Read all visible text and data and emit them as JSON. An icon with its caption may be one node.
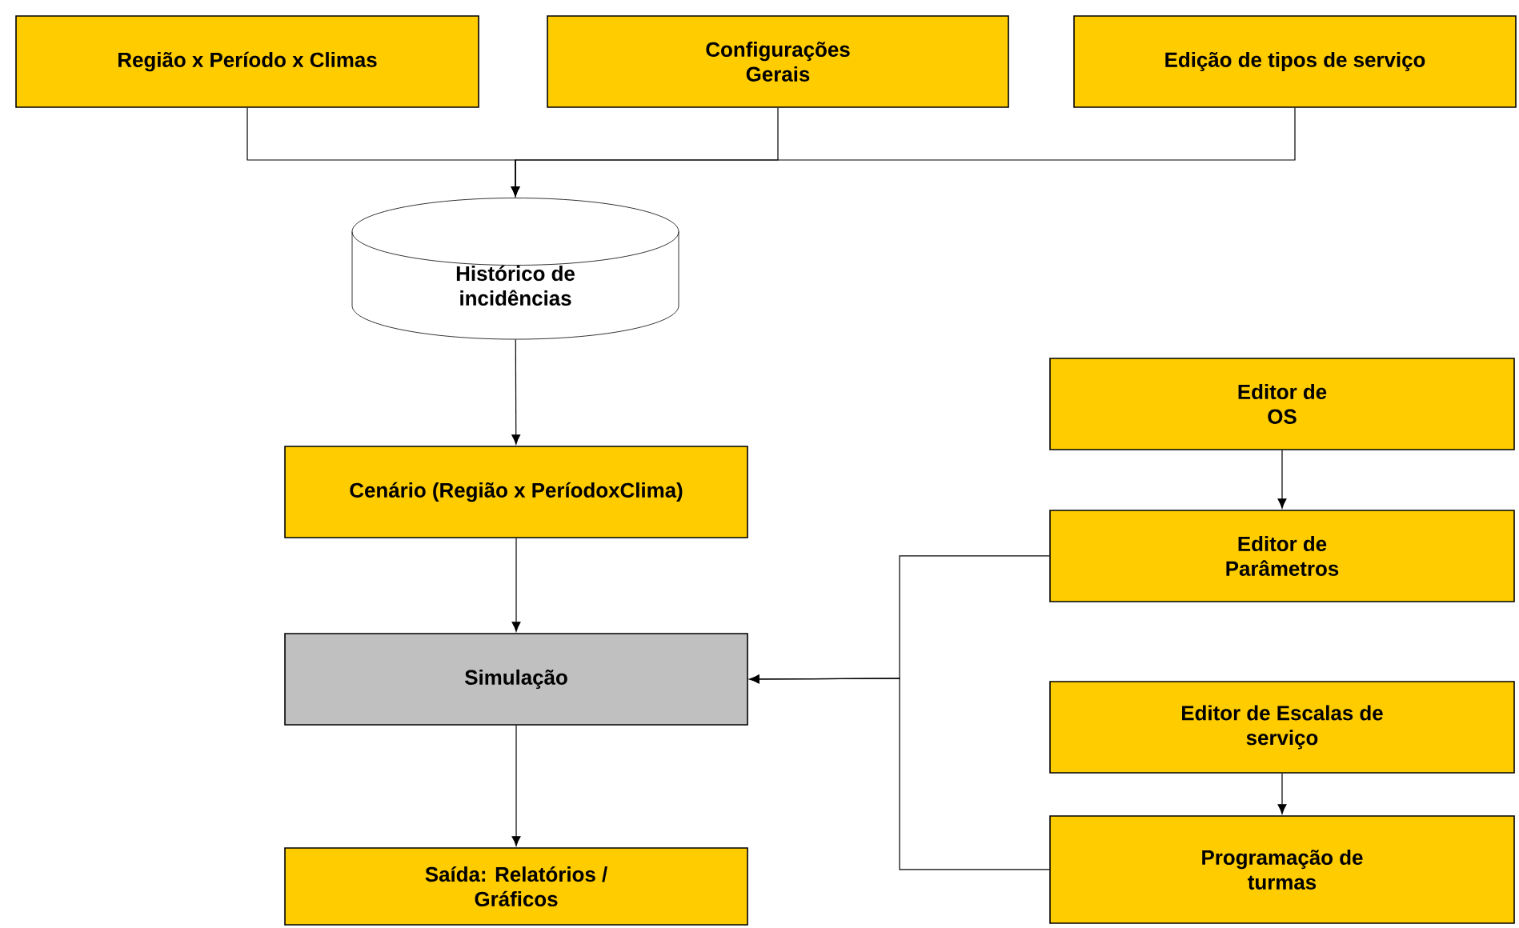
{
  "diagram": {
    "nodes": [
      {
        "text": [
          "Região x Período x Climas"
        ]
      },
      {
        "text": [
          "Configurações Gerais"
        ]
      },
      {
        "text": [
          "Edição de tipos de serviço"
        ]
      },
      {
        "text": [
          "Histórico de incidências"
        ]
      },
      {
        "text": [
          "Cenário (Região x PeríodoxClima)"
        ]
      },
      {
        "text": [
          "Simulação"
        ]
      },
      {
        "text": [
          "Saída: Relatórios / Gráficos"
        ]
      },
      {
        "text": [
          "Editor de OS"
        ]
      },
      {
        "text": [
          "Editor de Parâmetros"
        ]
      },
      {
        "text": [
          "Editor de Escalas de serviço"
        ]
      },
      {
        "text": [
          "Programação de turmas"
        ]
      }
    ],
    "edges": [
      {
        "from": 0,
        "to": 3,
        "arrow": "to"
      },
      {
        "from": 1,
        "to": 3,
        "arrow": "to"
      },
      {
        "from": 2,
        "to": 3,
        "arrow": "to"
      },
      {
        "from": 3,
        "to": 4,
        "arrow": "to"
      },
      {
        "from": 4,
        "to": 5,
        "arrow": "to"
      },
      {
        "from": 5,
        "to": 6,
        "arrow": "to"
      },
      {
        "from": 7,
        "to": 8,
        "arrow": "to"
      },
      {
        "from": 9,
        "to": 10,
        "arrow": "to"
      },
      {
        "from": 8,
        "to": 5,
        "arrow": "to"
      },
      {
        "from": 10,
        "to": 5,
        "arrow": "to"
      }
    ]
  }
}
